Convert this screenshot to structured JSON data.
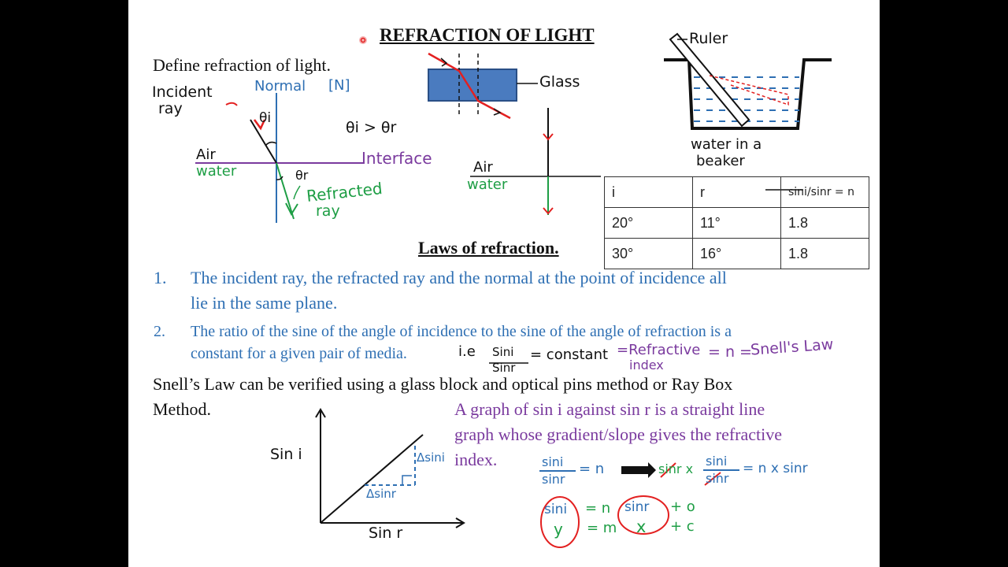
{
  "title": "REFRACTION OF LIGHT",
  "define_prompt": "Define refraction of light.",
  "diagram": {
    "incident_ray_line1": "Incident",
    "incident_ray_line2": "ray",
    "normal_label": "Normal",
    "normal_symbol": "[N]",
    "theta_i": "θi",
    "comparison": "θi > θr",
    "air": "Air",
    "water": "water",
    "theta_r": "θr",
    "interface": "Interface",
    "refracted_line1": "Refracted",
    "refracted_line2": "ray",
    "glass": "Glass",
    "air2": "Air",
    "water2": "water",
    "ruler": "Ruler",
    "beaker_line1": "water in a",
    "beaker_line2": "beaker"
  },
  "table": {
    "headers": [
      "i",
      "r",
      "sini/sinr = n"
    ],
    "rows": [
      [
        "20°",
        "11°",
        "1.8"
      ],
      [
        "30°",
        "16°",
        "1.8"
      ]
    ]
  },
  "laws_heading": "Laws of refraction.",
  "laws": {
    "law1_num": "1.",
    "law1_line1": "The incident ray, the refracted ray and the normal at the point of incidence all",
    "law1_line2": "lie in the same plane.",
    "law2_num": "2.",
    "law2_line1": "The ratio of the sine of the angle of incidence to the sine of the angle of refraction is a",
    "law2_line2": "constant for a given pair of media."
  },
  "snell_note": {
    "ie": "i.e",
    "frac_num": "Sini",
    "frac_den": "Sinr",
    "eq_constant": "= constant",
    "eq_refractive1": "=Refractive",
    "eq_refractive2": "index",
    "eq_n": "= n =",
    "snells_law": "Snell's Law"
  },
  "verify_line1": "Snell’s Law can be verified using a glass block and optical pins method or Ray Box",
  "verify_line2": "Method.",
  "graph": {
    "y_label": "Sin i",
    "x_label": "Sin r",
    "delta_sin_i": "Δsini",
    "delta_sin_r": "Δsinr"
  },
  "graph_text": {
    "line1": "A graph of sin i against sin r is a straight line",
    "line2": "graph whose gradient/slope gives  the refractive",
    "line3": "index."
  },
  "derivation": {
    "frac_num": "sini",
    "frac_den": "sinr",
    "eq_n": "= n",
    "step2_left": "sinr x",
    "step2_right": "= n x sinr",
    "line3_a": "sini",
    "line3_b": "= n",
    "line3_c": "sinr",
    "line3_d": "+ o",
    "line4_a": "y",
    "line4_b": "= m",
    "line4_c": "x",
    "line4_d": "+ c"
  },
  "colors": {
    "red": "#e32020",
    "blue": "#2e6fb3",
    "green": "#1e9e45",
    "purple": "#7a3a9e",
    "glass_fill": "#4a7bbf"
  }
}
